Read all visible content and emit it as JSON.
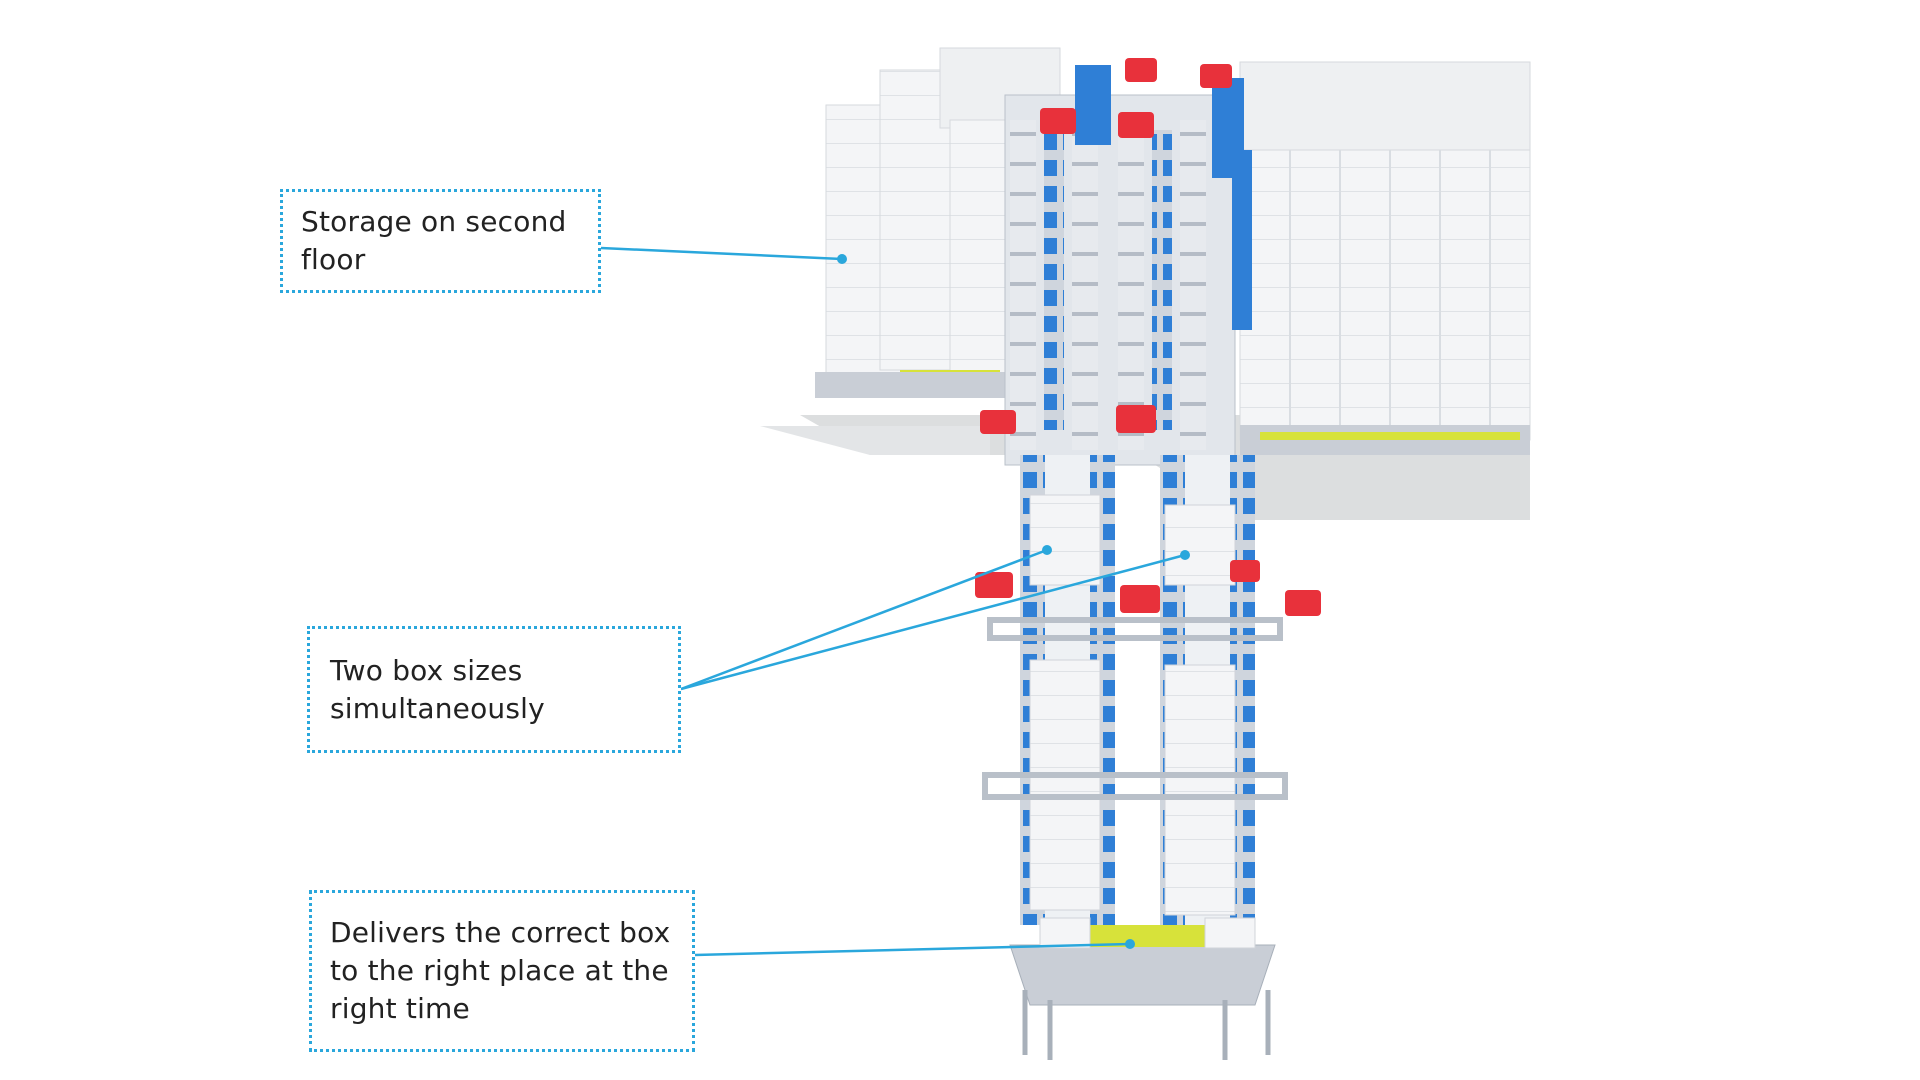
{
  "callouts": {
    "storage": "Storage on second floor",
    "box_sizes": "Two box sizes simultaneously",
    "delivery": "Delivers the correct box to the right place at the right time"
  },
  "colors": {
    "accent": "#2aa7dc",
    "motor_red": "#e8313b",
    "rail_blue": "#2f7fd6",
    "frame_gray": "#c9ced6",
    "box_white": "#f4f5f7",
    "floor_gray": "#d9dbde",
    "conveyor_yellow": "#d7e23a"
  }
}
